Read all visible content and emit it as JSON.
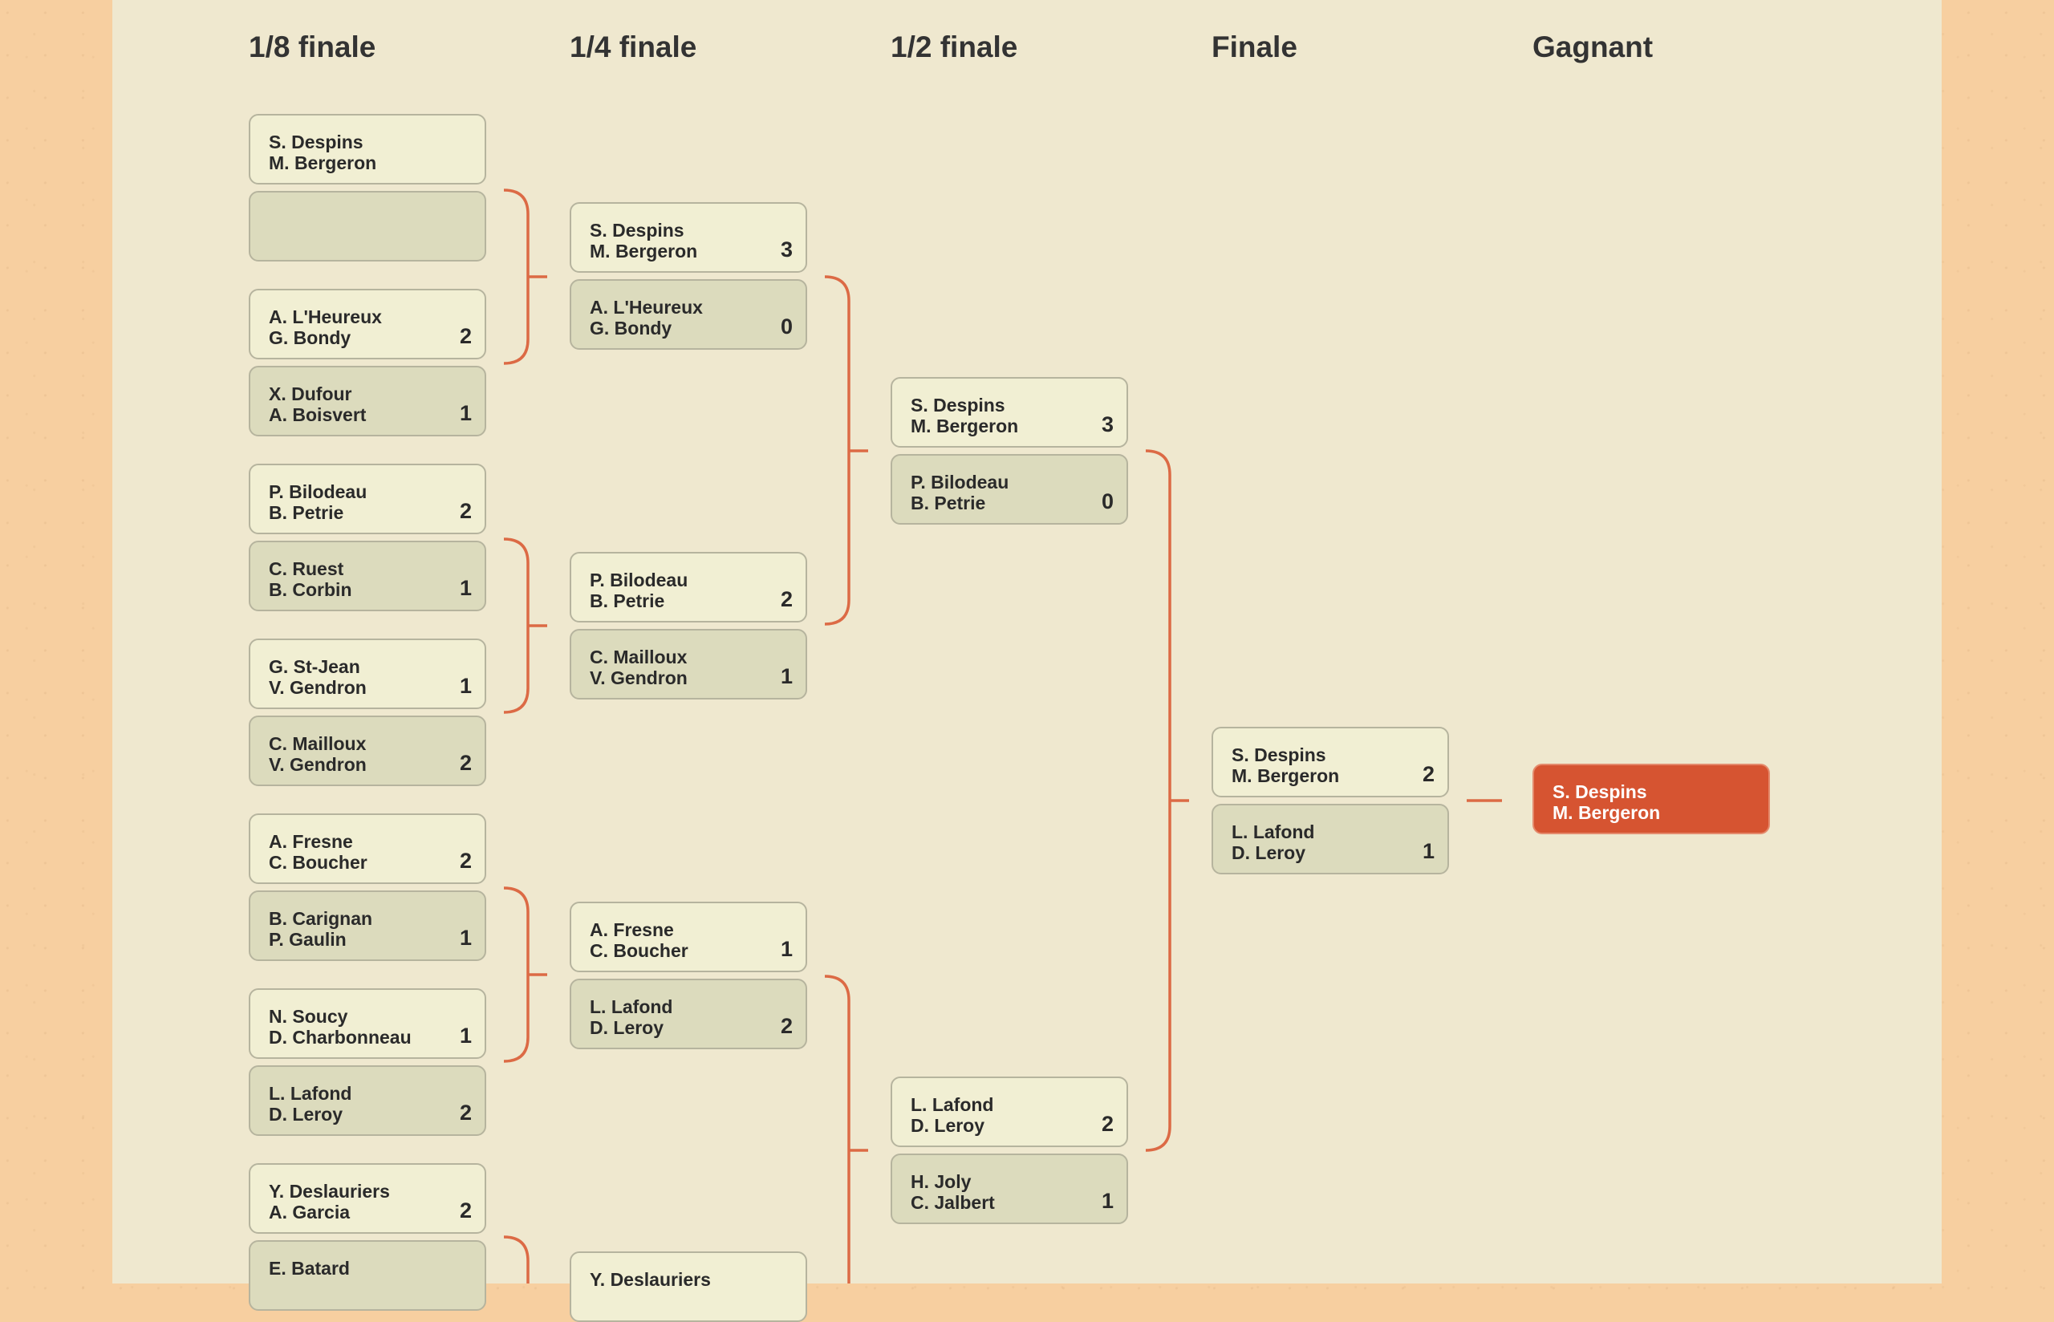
{
  "rounds": {
    "r16": "1/8 finale",
    "qf": "1/4 finale",
    "sf": "1/2 finale",
    "final": "Finale",
    "winner": "Gagnant"
  },
  "r16": [
    {
      "p1": "S. Despins",
      "p2": "M. Bergeron",
      "score": ""
    },
    {
      "p1": "",
      "p2": "",
      "score": ""
    },
    {
      "p1": "A. L'Heureux",
      "p2": "G. Bondy",
      "score": "2"
    },
    {
      "p1": "X. Dufour",
      "p2": "A. Boisvert",
      "score": "1"
    },
    {
      "p1": "P. Bilodeau",
      "p2": "B. Petrie",
      "score": "2"
    },
    {
      "p1": "C. Ruest",
      "p2": "B. Corbin",
      "score": "1"
    },
    {
      "p1": "G. St-Jean",
      "p2": "V. Gendron",
      "score": "1"
    },
    {
      "p1": "C. Mailloux",
      "p2": "V. Gendron",
      "score": "2"
    },
    {
      "p1": "A. Fresne",
      "p2": "C. Boucher",
      "score": "2"
    },
    {
      "p1": "B. Carignan",
      "p2": "P. Gaulin",
      "score": "1"
    },
    {
      "p1": "N. Soucy",
      "p2": "D. Charbonneau",
      "score": "1"
    },
    {
      "p1": "L. Lafond",
      "p2": "D. Leroy",
      "score": "2"
    },
    {
      "p1": "Y. Deslauriers",
      "p2": "A. Garcia",
      "score": "2"
    },
    {
      "p1": "E. Batard",
      "p2": "",
      "score": ""
    }
  ],
  "qf": [
    {
      "p1": "S. Despins",
      "p2": "M. Bergeron",
      "score": "3"
    },
    {
      "p1": "A. L'Heureux",
      "p2": "G. Bondy",
      "score": "0"
    },
    {
      "p1": "P. Bilodeau",
      "p2": "B. Petrie",
      "score": "2"
    },
    {
      "p1": "C. Mailloux",
      "p2": "V. Gendron",
      "score": "1"
    },
    {
      "p1": "A. Fresne",
      "p2": "C. Boucher",
      "score": "1"
    },
    {
      "p1": "L. Lafond",
      "p2": "D. Leroy",
      "score": "2"
    },
    {
      "p1": "Y. Deslauriers",
      "p2": "",
      "score": ""
    }
  ],
  "sf": [
    {
      "p1": "S. Despins",
      "p2": "M. Bergeron",
      "score": "3"
    },
    {
      "p1": "P. Bilodeau",
      "p2": "B. Petrie",
      "score": "0"
    },
    {
      "p1": "L. Lafond",
      "p2": "D. Leroy",
      "score": "2"
    },
    {
      "p1": "H. Joly",
      "p2": "C. Jalbert",
      "score": "1"
    }
  ],
  "final": [
    {
      "p1": "S. Despins",
      "p2": "M. Bergeron",
      "score": "2"
    },
    {
      "p1": "L. Lafond",
      "p2": "D. Leroy",
      "score": "1"
    }
  ],
  "winner": {
    "p1": "S. Despins",
    "p2": "M. Bergeron"
  },
  "colors": {
    "background": "#f7cfa0",
    "panel": "#efe8cf",
    "box_winner_side": "#f1efd3",
    "box_loser_side": "#dcdbbd",
    "connector": "#dc6a45",
    "champion": "#d65431"
  }
}
